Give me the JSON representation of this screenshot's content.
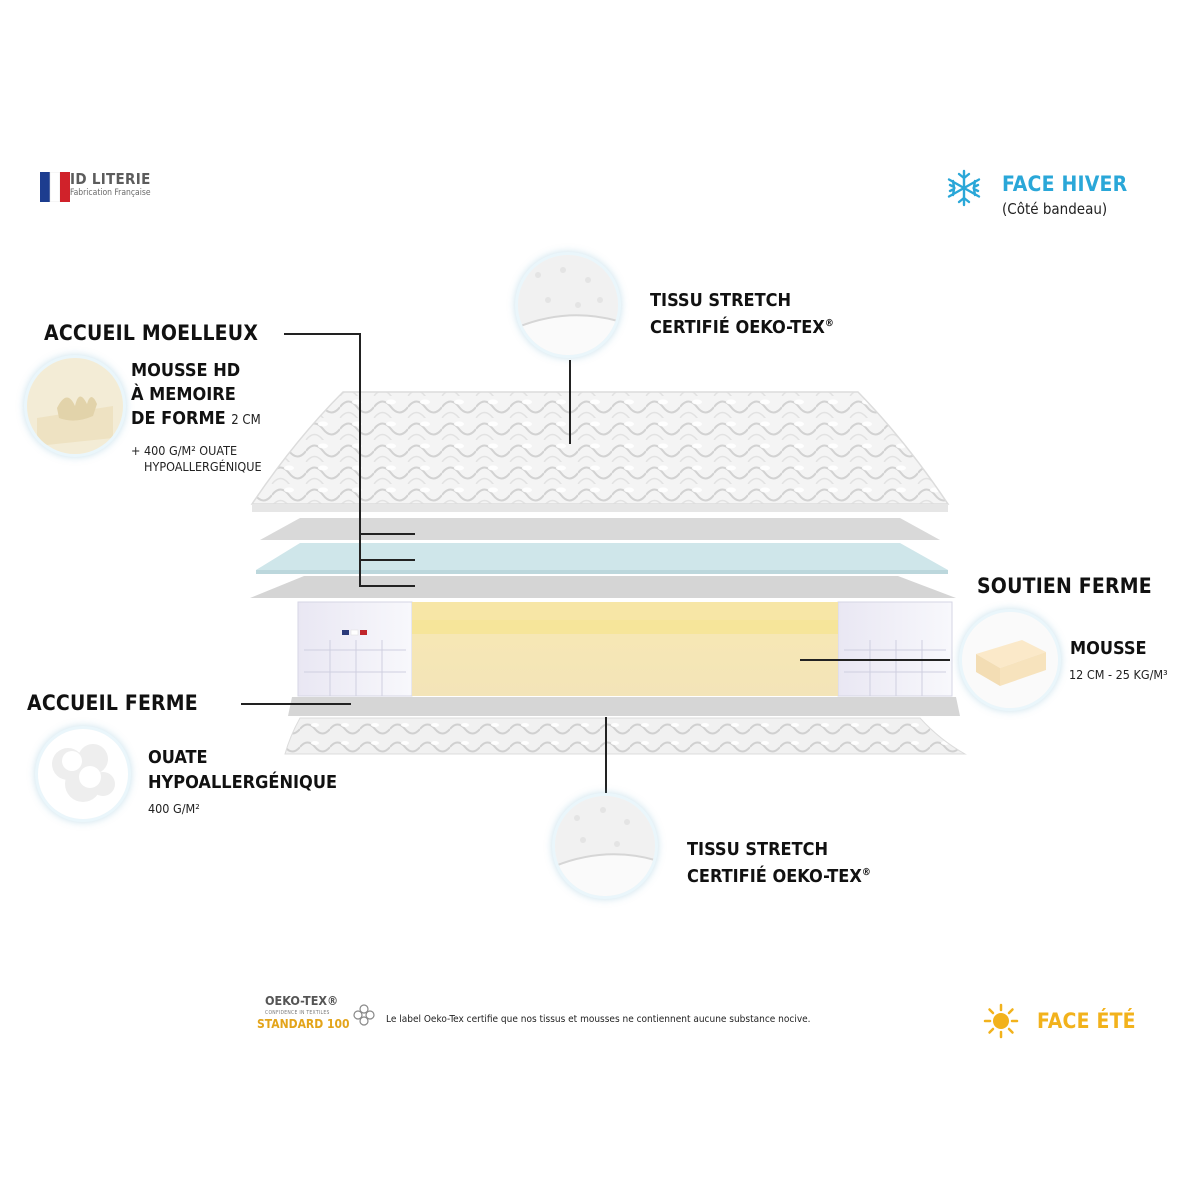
{
  "brand": {
    "name": "ID LITERIE",
    "tagline": "Fabrication Française"
  },
  "winter": {
    "title": "FACE HIVER",
    "subtitle": "(Côté bandeau)",
    "icon": "snowflake-icon",
    "color": "#2aa7d8"
  },
  "summer": {
    "title": "FACE ÉTÉ",
    "icon": "sun-icon",
    "color": "#f2b21c"
  },
  "top_fabric": {
    "line1": "TISSU STRETCH",
    "line2": "CERTIFIÉ OEKO-TEX",
    "mark": "®"
  },
  "bottom_fabric": {
    "line1": "TISSU STRETCH",
    "line2": "CERTIFIÉ OEKO-TEX",
    "mark": "®"
  },
  "accueil_moelleux": {
    "title": "ACCUEIL MOELLEUX",
    "line1": "MOUSSE HD",
    "line2": "À MEMOIRE",
    "line3": "DE FORME",
    "size": "2 CM",
    "extra1": "+ 400 G/M² OUATE",
    "extra2": "HYPOALLERGÉNIQUE"
  },
  "soutien_ferme": {
    "title": "SOUTIEN FERME",
    "name": "MOUSSE",
    "spec": "12 CM - 25 KG/M³"
  },
  "accueil_ferme": {
    "title": "ACCUEIL FERME",
    "line1": "OUATE",
    "line2": "HYPOALLERGÉNIQUE",
    "spec": "400 G/M²"
  },
  "oekotex": {
    "brand": "OEKO-TEX®",
    "tagline": "CONFIDENCE IN TEXTILES",
    "standard": "STANDARD 100",
    "note": "Le label Oeko-Tex certifie que nos tissus et mousses ne contiennent aucune substance nocive."
  }
}
